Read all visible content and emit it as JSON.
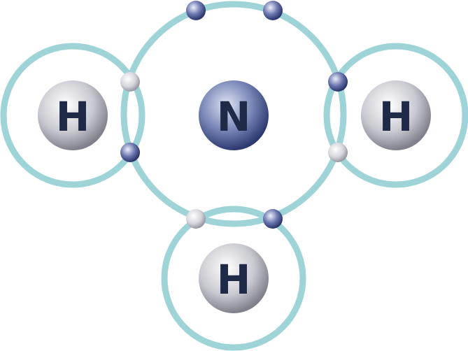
{
  "colors": {
    "background": "#ffffff",
    "shell": "#9ed4d8",
    "label": "#1f2a48",
    "nitrogen_fill": [
      "#dfe3f3",
      "#7b88b8",
      "#2c3a72"
    ],
    "hydrogen_fill": [
      "#ffffff",
      "#c9c9d1",
      "#80808c"
    ],
    "nitrogen_electron_fill": [
      "#eef0fb",
      "#6d78b0",
      "#29346a"
    ],
    "hydrogen_electron_fill": [
      "#ffffff",
      "#d6d6dc",
      "#9898a4"
    ]
  },
  "atoms": {
    "nitrogen": {
      "symbol": "N"
    },
    "hydrogen_left": {
      "symbol": "H"
    },
    "hydrogen_right": {
      "symbol": "H"
    },
    "hydrogen_bottom": {
      "symbol": "H"
    }
  },
  "electrons": {
    "nitrogen_count": 5,
    "hydrogen_count": 3
  }
}
